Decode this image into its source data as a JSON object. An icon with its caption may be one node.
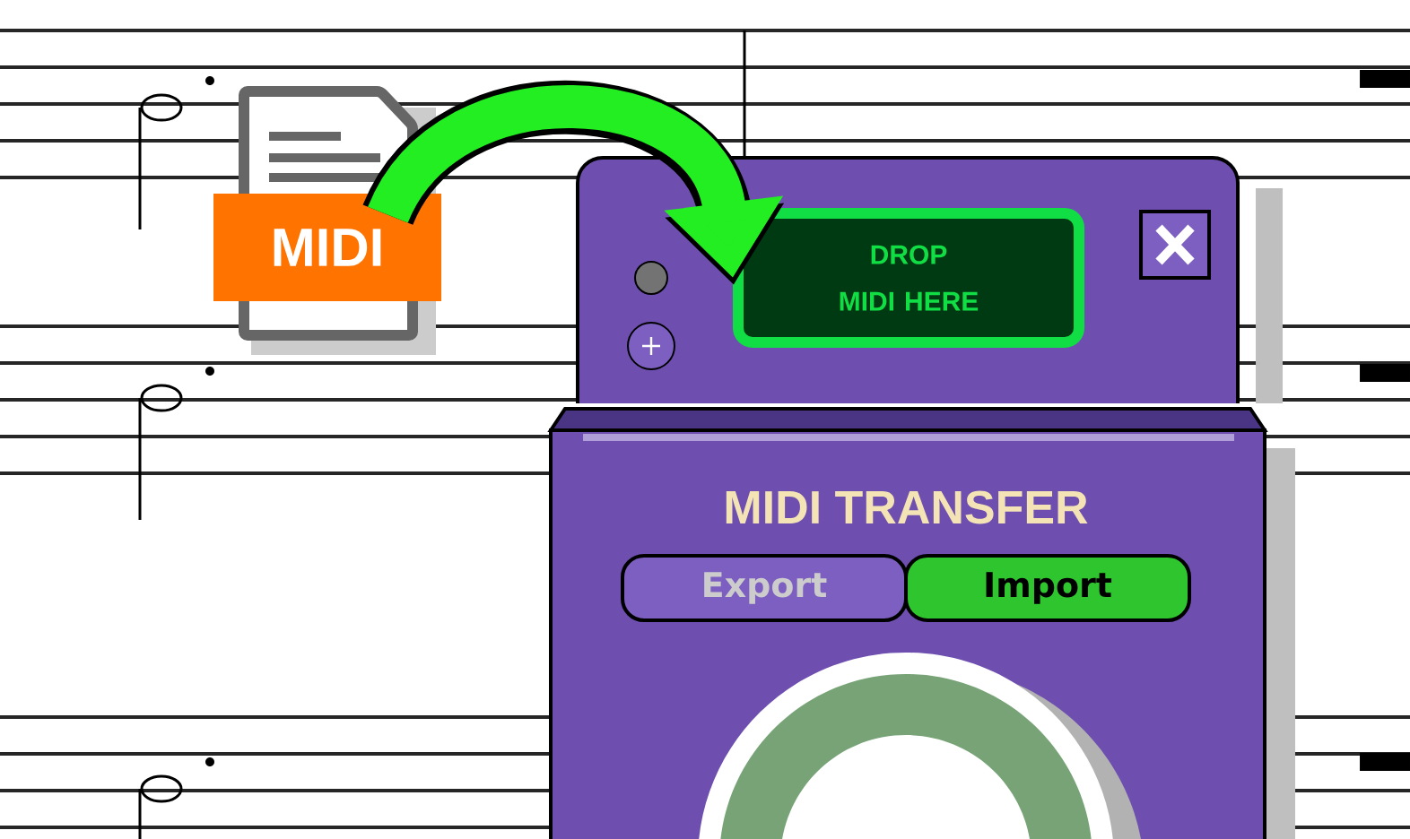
{
  "diagram": {
    "nodes": [
      {
        "text": [
          "MIDI"
        ]
      },
      {
        "text": [],
        "shape": "box"
      },
      {
        "text": [
          "DROP MIDI HERE"
        ],
        "in": 1
      },
      {
        "text": [
          "MIDI TRANSFER"
        ]
      },
      {
        "text": [
          "Export"
        ],
        "in": 3
      },
      {
        "text": [
          "Import"
        ],
        "in": 3
      }
    ],
    "edges": [
      {
        "from": 0,
        "to": 2,
        "arrow": "to"
      }
    ]
  }
}
